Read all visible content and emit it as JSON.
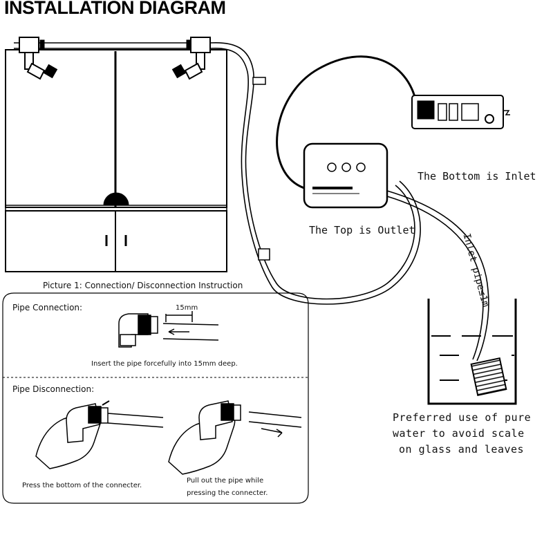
{
  "title": "INSTALLATION DIAGRAM",
  "labels": {
    "outlet": "The Top is Outlet",
    "inlet": "The Bottom is Inlet",
    "inlet_pipe": "Inlet pipe≤1m",
    "preferred_line1": "Preferred use of pure",
    "preferred_line2": "water to avoid scale",
    "preferred_line3": "on glass and leaves"
  },
  "instructions": {
    "caption": "Picture 1: Connection/ Disconnection Instruction",
    "pipe_connection": {
      "heading": "Pipe Connection:",
      "dimension": "15mm",
      "note": "Insert the pipe forcefully into 15mm deep."
    },
    "pipe_disconnection": {
      "heading": "Pipe Disconnection:",
      "step1": "Press the bottom of the connecter.",
      "step2_line1": "Pull out the pipe while",
      "step2_line2": "pressing the connecter."
    }
  }
}
